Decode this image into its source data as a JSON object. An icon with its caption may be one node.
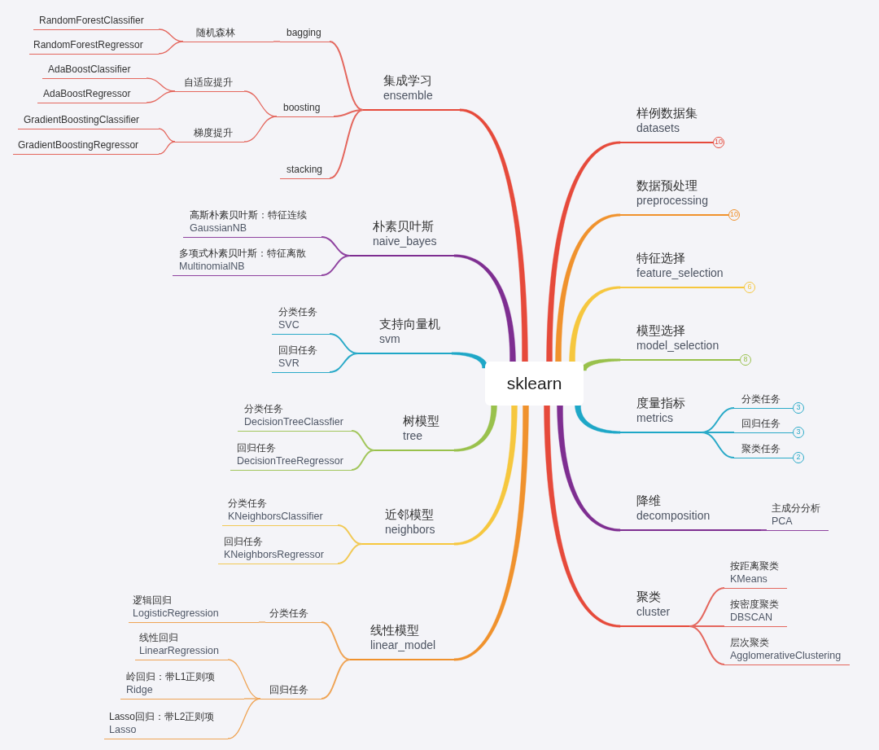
{
  "diagram": {
    "nodes": [
      {
        "text": [
          "sklearn"
        ]
      },
      {
        "text": [
          "集成学习",
          "ensemble"
        ]
      },
      {
        "text": [
          "bagging"
        ]
      },
      {
        "text": [
          "随机森林"
        ]
      },
      {
        "text": [
          "RandomForestClassifier"
        ]
      },
      {
        "text": [
          "RandomForestRegressor"
        ]
      },
      {
        "text": [
          "boosting"
        ]
      },
      {
        "text": [
          "自适应提升"
        ]
      },
      {
        "text": [
          "AdaBoostClassifier"
        ]
      },
      {
        "text": [
          "AdaBoostRegressor"
        ]
      },
      {
        "text": [
          "梯度提升"
        ]
      },
      {
        "text": [
          "GradientBoostingClassifier"
        ]
      },
      {
        "text": [
          "GradientBoostingRegressor"
        ]
      },
      {
        "text": [
          "stacking"
        ]
      },
      {
        "text": [
          "朴素贝叶斯",
          "naive_bayes"
        ]
      },
      {
        "text": [
          "高斯朴素贝叶斯：特征连续",
          "GaussianNB"
        ]
      },
      {
        "text": [
          "多项式朴素贝叶斯：特征离散",
          "MultinomialNB"
        ]
      },
      {
        "text": [
          "支持向量机",
          "svm"
        ]
      },
      {
        "text": [
          "分类任务",
          "SVC"
        ]
      },
      {
        "text": [
          "回归任务",
          "SVR"
        ]
      },
      {
        "text": [
          "树模型",
          "tree"
        ]
      },
      {
        "text": [
          "分类任务",
          "DecisionTreeClassfier"
        ]
      },
      {
        "text": [
          "回归任务",
          "DecisionTreeRegressor"
        ]
      },
      {
        "text": [
          "近邻模型",
          "neighbors"
        ]
      },
      {
        "text": [
          "分类任务",
          "KNeighborsClassifier"
        ]
      },
      {
        "text": [
          "回归任务",
          "KNeighborsRegressor"
        ]
      },
      {
        "text": [
          "线性模型",
          "linear_model"
        ]
      },
      {
        "text": [
          "分类任务"
        ]
      },
      {
        "text": [
          "逻辑回归",
          "LogisticRegression"
        ]
      },
      {
        "text": [
          "回归任务"
        ]
      },
      {
        "text": [
          "线性回归",
          "LinearRegression"
        ]
      },
      {
        "text": [
          "岭回归：带L1正则项",
          "Ridge"
        ]
      },
      {
        "text": [
          "Lasso回归：带L2正则项",
          "Lasso"
        ]
      },
      {
        "text": [
          "样例数据集",
          "datasets"
        ],
        "beside": [
          "10"
        ]
      },
      {
        "text": [
          "数据预处理",
          "preprocessing"
        ],
        "beside": [
          "10"
        ]
      },
      {
        "text": [
          "特征选择",
          "feature_selection"
        ],
        "beside": [
          "6"
        ]
      },
      {
        "text": [
          "模型选择",
          "model_selection"
        ],
        "beside": [
          "8"
        ]
      },
      {
        "text": [
          "度量指标",
          "metrics"
        ]
      },
      {
        "text": [
          "分类任务"
        ],
        "beside": [
          "3"
        ]
      },
      {
        "text": [
          "回归任务"
        ],
        "beside": [
          "3"
        ]
      },
      {
        "text": [
          "聚类任务"
        ],
        "beside": [
          "2"
        ]
      },
      {
        "text": [
          "降维",
          "decomposition"
        ]
      },
      {
        "text": [
          "主成分分析",
          "PCA"
        ]
      },
      {
        "text": [
          "聚类",
          "cluster"
        ]
      },
      {
        "text": [
          "按距离聚类",
          "KMeans"
        ]
      },
      {
        "text": [
          "按密度聚类",
          "DBSCAN"
        ]
      },
      {
        "text": [
          "层次聚类",
          "AgglomerativeClustering"
        ]
      }
    ],
    "edges": [
      {
        "from": 0,
        "to": 1,
        "arrow": "none",
        "style": "thick",
        "color": "#e64a3b"
      },
      {
        "from": 1,
        "to": 2,
        "arrow": "none",
        "color": "#e4675e"
      },
      {
        "from": 2,
        "to": 3,
        "arrow": "none",
        "color": "#e4675e"
      },
      {
        "from": 3,
        "to": 4,
        "arrow": "none",
        "color": "#e4675e"
      },
      {
        "from": 3,
        "to": 5,
        "arrow": "none",
        "color": "#e4675e"
      },
      {
        "from": 1,
        "to": 6,
        "arrow": "none",
        "color": "#e4675e"
      },
      {
        "from": 6,
        "to": 7,
        "arrow": "none",
        "color": "#e4675e"
      },
      {
        "from": 7,
        "to": 8,
        "arrow": "none",
        "color": "#e4675e"
      },
      {
        "from": 7,
        "to": 9,
        "arrow": "none",
        "color": "#e4675e"
      },
      {
        "from": 6,
        "to": 10,
        "arrow": "none",
        "color": "#e4675e"
      },
      {
        "from": 10,
        "to": 11,
        "arrow": "none",
        "color": "#e4675e"
      },
      {
        "from": 10,
        "to": 12,
        "arrow": "none",
        "color": "#e4675e"
      },
      {
        "from": 1,
        "to": 13,
        "arrow": "none",
        "color": "#e4675e"
      },
      {
        "from": 0,
        "to": 14,
        "arrow": "none",
        "style": "thick",
        "color": "#7e2e91"
      },
      {
        "from": 14,
        "to": 15,
        "arrow": "none",
        "color": "#8f43a0"
      },
      {
        "from": 14,
        "to": 16,
        "arrow": "none",
        "color": "#8f43a0"
      },
      {
        "from": 0,
        "to": 17,
        "arrow": "none",
        "style": "thick",
        "color": "#1ea7c7"
      },
      {
        "from": 17,
        "to": 18,
        "arrow": "none",
        "color": "#2aaac8"
      },
      {
        "from": 17,
        "to": 19,
        "arrow": "none",
        "color": "#2aaac8"
      },
      {
        "from": 0,
        "to": 20,
        "arrow": "none",
        "style": "thick",
        "color": "#99c14c"
      },
      {
        "from": 20,
        "to": 21,
        "arrow": "none",
        "color": "#a2c65c"
      },
      {
        "from": 20,
        "to": 22,
        "arrow": "none",
        "color": "#a2c65c"
      },
      {
        "from": 0,
        "to": 23,
        "arrow": "none",
        "style": "thick",
        "color": "#f6c73e"
      },
      {
        "from": 23,
        "to": 24,
        "arrow": "none",
        "color": "#f1c955"
      },
      {
        "from": 23,
        "to": 25,
        "arrow": "none",
        "color": "#f1c955"
      },
      {
        "from": 0,
        "to": 26,
        "arrow": "none",
        "style": "thick",
        "color": "#f0922d"
      },
      {
        "from": 26,
        "to": 27,
        "arrow": "none",
        "color": "#efa455"
      },
      {
        "from": 27,
        "to": 28,
        "arrow": "none",
        "color": "#efa455"
      },
      {
        "from": 26,
        "to": 29,
        "arrow": "none",
        "color": "#efa455"
      },
      {
        "from": 29,
        "to": 30,
        "arrow": "none",
        "color": "#efa455"
      },
      {
        "from": 29,
        "to": 31,
        "arrow": "none",
        "color": "#efa455"
      },
      {
        "from": 29,
        "to": 32,
        "arrow": "none",
        "color": "#efa455"
      },
      {
        "from": 0,
        "to": 33,
        "arrow": "none",
        "style": "thick",
        "color": "#e64a3b"
      },
      {
        "from": 0,
        "to": 34,
        "arrow": "none",
        "style": "thick",
        "color": "#f0922d"
      },
      {
        "from": 0,
        "to": 35,
        "arrow": "none",
        "style": "thick",
        "color": "#f6c73e"
      },
      {
        "from": 0,
        "to": 36,
        "arrow": "none",
        "style": "thick",
        "color": "#99c14c"
      },
      {
        "from": 0,
        "to": 37,
        "arrow": "none",
        "style": "thick",
        "color": "#1ea7c7"
      },
      {
        "from": 37,
        "to": 38,
        "arrow": "none",
        "color": "#2aaac8"
      },
      {
        "from": 37,
        "to": 39,
        "arrow": "none",
        "color": "#2aaac8"
      },
      {
        "from": 37,
        "to": 40,
        "arrow": "none",
        "color": "#2aaac8"
      },
      {
        "from": 0,
        "to": 41,
        "arrow": "none",
        "style": "thick",
        "color": "#7e2e91"
      },
      {
        "from": 41,
        "to": 42,
        "arrow": "none",
        "color": "#8f43a0"
      },
      {
        "from": 0,
        "to": 43,
        "arrow": "none",
        "style": "thick",
        "color": "#e64a3b"
      },
      {
        "from": 43,
        "to": 44,
        "arrow": "none",
        "color": "#e4675e"
      },
      {
        "from": 43,
        "to": 45,
        "arrow": "none",
        "color": "#e4675e"
      },
      {
        "from": 43,
        "to": 46,
        "arrow": "none",
        "color": "#e4675e"
      }
    ]
  }
}
